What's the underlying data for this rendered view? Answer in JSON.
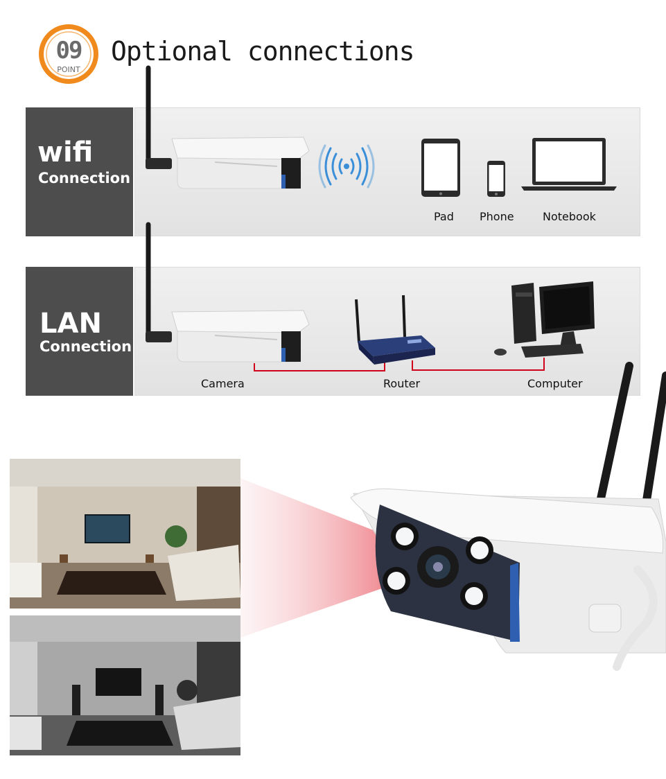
{
  "header": {
    "badge_number": "09",
    "badge_word": "POINT",
    "title": "Optional connections"
  },
  "wifi_section": {
    "title": "wifi",
    "subtitle": "Connection",
    "devices": [
      "Pad",
      "Phone",
      "Notebook"
    ]
  },
  "lan_section": {
    "title": "LAN",
    "subtitle": "Connection",
    "devices": [
      "Camera",
      "Router",
      "Computer"
    ]
  },
  "colors": {
    "badge_orange": "#f08a1c",
    "label_gray": "#4d4d4d",
    "cable_red": "#d0021b",
    "wave_blue": "#3a8fd8",
    "camera_blue": "#2f5fb0"
  },
  "icons": {
    "badge": "point-badge-icon",
    "wifi_signal": "wifi-signal-icon",
    "pad": "tablet-icon",
    "phone": "phone-icon",
    "notebook": "laptop-icon",
    "router": "router-icon",
    "computer": "desktop-computer-icon",
    "camera": "bullet-camera-icon"
  }
}
